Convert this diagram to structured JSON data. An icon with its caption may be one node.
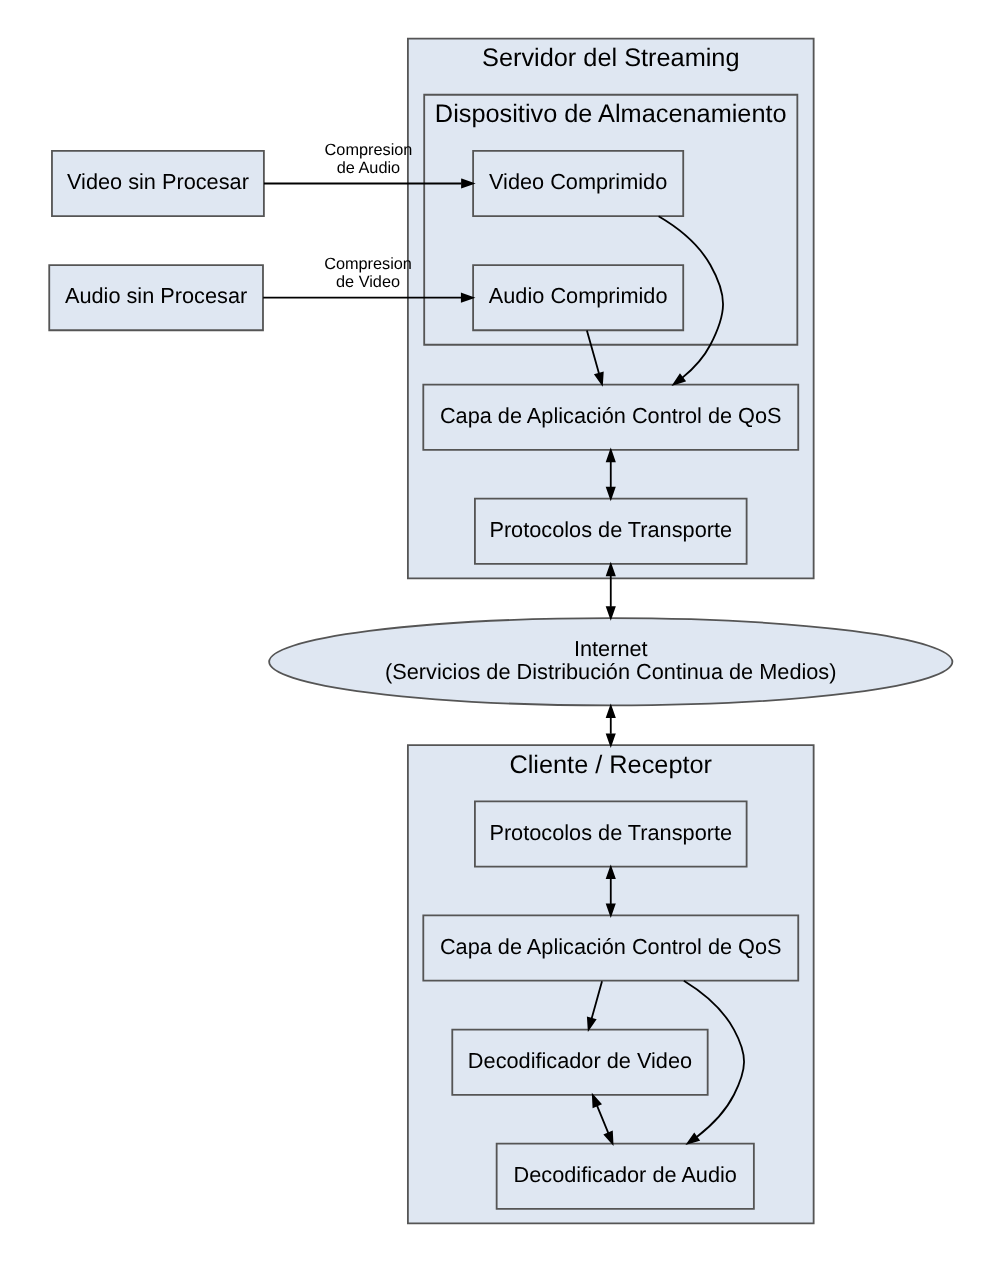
{
  "diagram": {
    "nodes": [
      {
        "text": [
          "Servidor del Streaming"
        ]
      },
      {
        "text": [
          "Dispositivo de Almacenamiento"
        ],
        "in": 0
      },
      {
        "text": [
          "Video Comprimido"
        ],
        "in": 1
      },
      {
        "text": [
          "Audio Comprimido"
        ],
        "in": 1
      },
      {
        "text": [
          "Capa de Aplicación Control de QoS"
        ],
        "in": 0
      },
      {
        "text": [
          "Protocolos de Transporte"
        ],
        "in": 0
      },
      {
        "text": [
          "Video sin Procesar"
        ]
      },
      {
        "text": [
          "Audio sin Procesar"
        ]
      },
      {
        "text": [
          "Internet",
          "(Servicios de Distribución Continua de Medios)"
        ]
      },
      {
        "text": [
          "Cliente / Receptor"
        ]
      },
      {
        "text": [
          "Protocolos de Transporte"
        ],
        "in": 9
      },
      {
        "text": [
          "Capa de Aplicación Control de QoS"
        ],
        "in": 9
      },
      {
        "text": [
          "Decodificador de Video"
        ],
        "in": 9
      },
      {
        "text": [
          "Decodificador de Audio"
        ],
        "in": 9
      }
    ],
    "edges": [
      {
        "from": 6,
        "to": 2,
        "arrow": "to",
        "label": "Compresion de Audio"
      },
      {
        "from": 7,
        "to": 3,
        "arrow": "to",
        "label": "Compresion de Video"
      },
      {
        "from": 2,
        "to": 4,
        "arrow": "to"
      },
      {
        "from": 3,
        "to": 4,
        "arrow": "to"
      },
      {
        "from": 4,
        "to": 5,
        "arrow": "both"
      },
      {
        "from": 5,
        "to": 8,
        "arrow": "both"
      },
      {
        "from": 8,
        "to": 9,
        "arrow": "both"
      },
      {
        "from": 10,
        "to": 11,
        "arrow": "both"
      },
      {
        "from": 11,
        "to": 12,
        "arrow": "to"
      },
      {
        "from": 11,
        "to": 13,
        "arrow": "to"
      },
      {
        "from": 12,
        "to": 13,
        "arrow": "both"
      }
    ]
  }
}
